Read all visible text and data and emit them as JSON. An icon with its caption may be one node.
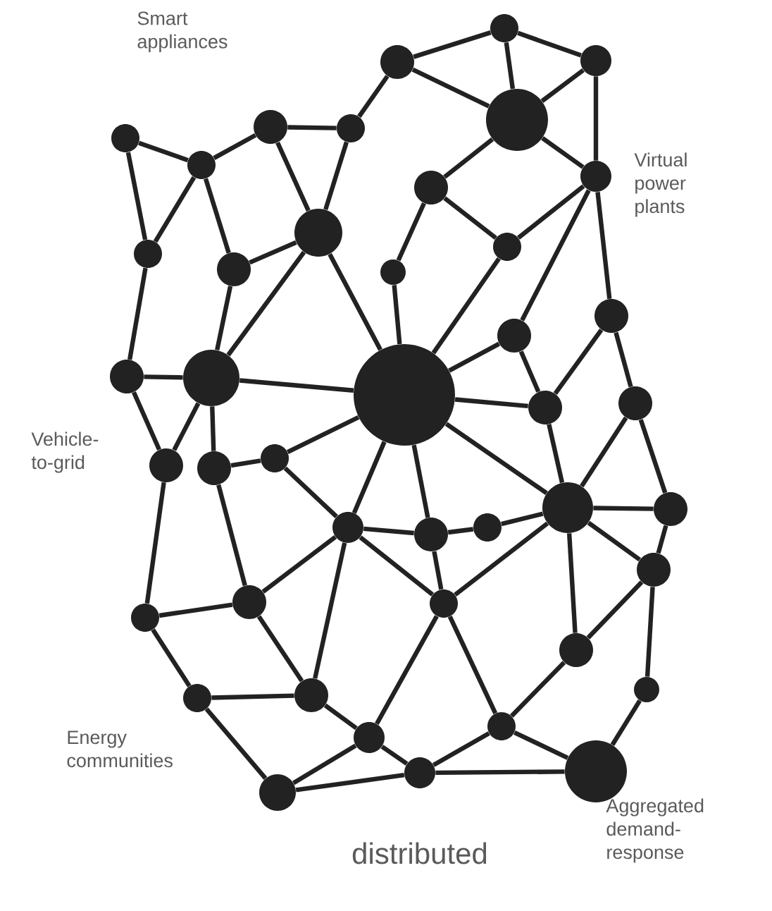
{
  "diagram": {
    "caption": "distributed",
    "nodes": [
      {
        "text": [],
        "shape": "circle"
      },
      {
        "text": [],
        "shape": "circle"
      },
      {
        "text": [],
        "shape": "circle"
      },
      {
        "text": [],
        "shape": "circle"
      },
      {
        "text": [],
        "shape": "circle"
      },
      {
        "text": [],
        "shape": "circle"
      },
      {
        "text": [],
        "shape": "circle"
      },
      {
        "text": [],
        "shape": "circle"
      },
      {
        "text": [],
        "shape": "circle"
      },
      {
        "text": [],
        "shape": "circle"
      },
      {
        "text": [],
        "shape": "circle"
      },
      {
        "text": [],
        "shape": "circle"
      },
      {
        "text": [],
        "shape": "circle"
      },
      {
        "text": [],
        "shape": "circle"
      },
      {
        "text": [],
        "shape": "circle"
      },
      {
        "text": [],
        "shape": "circle"
      },
      {
        "text": [],
        "shape": "circle"
      },
      {
        "text": [],
        "shape": "circle"
      },
      {
        "text": [],
        "shape": "circle"
      },
      {
        "text": [],
        "shape": "circle"
      },
      {
        "text": [],
        "shape": "circle"
      },
      {
        "text": [],
        "shape": "circle"
      },
      {
        "text": [],
        "shape": "circle"
      },
      {
        "text": [],
        "shape": "circle"
      },
      {
        "text": [],
        "shape": "circle"
      },
      {
        "text": [],
        "shape": "circle"
      },
      {
        "text": [],
        "shape": "circle"
      },
      {
        "text": [],
        "shape": "circle"
      },
      {
        "text": [],
        "shape": "circle"
      },
      {
        "text": [],
        "shape": "circle"
      },
      {
        "text": [],
        "shape": "circle"
      },
      {
        "text": [],
        "shape": "circle"
      },
      {
        "text": [],
        "shape": "circle"
      },
      {
        "text": [],
        "shape": "circle"
      },
      {
        "text": [],
        "shape": "circle"
      },
      {
        "text": [],
        "shape": "circle"
      },
      {
        "text": [],
        "shape": "circle"
      },
      {
        "text": [],
        "shape": "circle"
      },
      {
        "text": [],
        "shape": "circle"
      },
      {
        "text": [],
        "shape": "circle"
      },
      {
        "text": [],
        "shape": "circle"
      },
      {
        "text": [],
        "shape": "circle"
      },
      {
        "text": [],
        "shape": "circle"
      }
    ],
    "edges": [
      {
        "from": 0,
        "to": 1,
        "arrow": "none"
      },
      {
        "from": 0,
        "to": 2,
        "arrow": "none"
      },
      {
        "from": 0,
        "to": 3,
        "arrow": "none"
      },
      {
        "from": 1,
        "to": 3,
        "arrow": "none"
      },
      {
        "from": 2,
        "to": 3,
        "arrow": "none"
      },
      {
        "from": 1,
        "to": 5,
        "arrow": "none"
      },
      {
        "from": 3,
        "to": 9,
        "arrow": "none"
      },
      {
        "from": 3,
        "to": 8,
        "arrow": "none"
      },
      {
        "from": 2,
        "to": 8,
        "arrow": "none"
      },
      {
        "from": 4,
        "to": 5,
        "arrow": "none"
      },
      {
        "from": 6,
        "to": 7,
        "arrow": "none"
      },
      {
        "from": 6,
        "to": 12,
        "arrow": "none"
      },
      {
        "from": 7,
        "to": 4,
        "arrow": "none"
      },
      {
        "from": 7,
        "to": 12,
        "arrow": "none"
      },
      {
        "from": 7,
        "to": 13,
        "arrow": "none"
      },
      {
        "from": 4,
        "to": 10,
        "arrow": "none"
      },
      {
        "from": 5,
        "to": 10,
        "arrow": "none"
      },
      {
        "from": 13,
        "to": 10,
        "arrow": "none"
      },
      {
        "from": 9,
        "to": 14,
        "arrow": "none"
      },
      {
        "from": 9,
        "to": 11,
        "arrow": "none"
      },
      {
        "from": 11,
        "to": 8,
        "arrow": "none"
      },
      {
        "from": 8,
        "to": 16,
        "arrow": "none"
      },
      {
        "from": 8,
        "to": 15,
        "arrow": "none"
      },
      {
        "from": 11,
        "to": 19,
        "arrow": "none"
      },
      {
        "from": 14,
        "to": 19,
        "arrow": "none"
      },
      {
        "from": 10,
        "to": 19,
        "arrow": "none"
      },
      {
        "from": 10,
        "to": 18,
        "arrow": "none"
      },
      {
        "from": 13,
        "to": 18,
        "arrow": "none"
      },
      {
        "from": 12,
        "to": 17,
        "arrow": "none"
      },
      {
        "from": 17,
        "to": 18,
        "arrow": "none"
      },
      {
        "from": 17,
        "to": 23,
        "arrow": "none"
      },
      {
        "from": 18,
        "to": 23,
        "arrow": "none"
      },
      {
        "from": 18,
        "to": 24,
        "arrow": "none"
      },
      {
        "from": 18,
        "to": 19,
        "arrow": "none"
      },
      {
        "from": 19,
        "to": 22,
        "arrow": "none"
      },
      {
        "from": 22,
        "to": 24,
        "arrow": "none"
      },
      {
        "from": 22,
        "to": 28,
        "arrow": "none"
      },
      {
        "from": 19,
        "to": 28,
        "arrow": "none"
      },
      {
        "from": 19,
        "to": 29,
        "arrow": "none"
      },
      {
        "from": 28,
        "to": 29,
        "arrow": "none"
      },
      {
        "from": 19,
        "to": 16,
        "arrow": "none"
      },
      {
        "from": 19,
        "to": 21,
        "arrow": "none"
      },
      {
        "from": 19,
        "to": 25,
        "arrow": "none"
      },
      {
        "from": 16,
        "to": 21,
        "arrow": "none"
      },
      {
        "from": 21,
        "to": 15,
        "arrow": "none"
      },
      {
        "from": 15,
        "to": 20,
        "arrow": "none"
      },
      {
        "from": 21,
        "to": 25,
        "arrow": "none"
      },
      {
        "from": 20,
        "to": 25,
        "arrow": "none"
      },
      {
        "from": 20,
        "to": 26,
        "arrow": "none"
      },
      {
        "from": 25,
        "to": 26,
        "arrow": "none"
      },
      {
        "from": 25,
        "to": 30,
        "arrow": "none"
      },
      {
        "from": 26,
        "to": 30,
        "arrow": "none"
      },
      {
        "from": 29,
        "to": 27,
        "arrow": "none"
      },
      {
        "from": 27,
        "to": 25,
        "arrow": "none"
      },
      {
        "from": 29,
        "to": 32,
        "arrow": "none"
      },
      {
        "from": 25,
        "to": 32,
        "arrow": "none"
      },
      {
        "from": 28,
        "to": 32,
        "arrow": "none"
      },
      {
        "from": 23,
        "to": 33,
        "arrow": "none"
      },
      {
        "from": 24,
        "to": 31,
        "arrow": "none"
      },
      {
        "from": 33,
        "to": 31,
        "arrow": "none"
      },
      {
        "from": 33,
        "to": 37,
        "arrow": "none"
      },
      {
        "from": 31,
        "to": 36,
        "arrow": "none"
      },
      {
        "from": 31,
        "to": 28,
        "arrow": "none"
      },
      {
        "from": 28,
        "to": 36,
        "arrow": "none"
      },
      {
        "from": 37,
        "to": 36,
        "arrow": "none"
      },
      {
        "from": 37,
        "to": 42,
        "arrow": "none"
      },
      {
        "from": 36,
        "to": 39,
        "arrow": "none"
      },
      {
        "from": 39,
        "to": 42,
        "arrow": "none"
      },
      {
        "from": 42,
        "to": 40,
        "arrow": "none"
      },
      {
        "from": 39,
        "to": 40,
        "arrow": "none"
      },
      {
        "from": 39,
        "to": 32,
        "arrow": "none"
      },
      {
        "from": 32,
        "to": 38,
        "arrow": "none"
      },
      {
        "from": 38,
        "to": 40,
        "arrow": "none"
      },
      {
        "from": 38,
        "to": 34,
        "arrow": "none"
      },
      {
        "from": 34,
        "to": 30,
        "arrow": "none"
      },
      {
        "from": 34,
        "to": 25,
        "arrow": "none"
      },
      {
        "from": 30,
        "to": 35,
        "arrow": "none"
      },
      {
        "from": 35,
        "to": 41,
        "arrow": "none"
      },
      {
        "from": 38,
        "to": 41,
        "arrow": "none"
      },
      {
        "from": 40,
        "to": 41,
        "arrow": "none"
      }
    ],
    "labels": [
      "Smart appliances",
      "Virtual power plants",
      "Vehicle-to-grid",
      "Energy communities",
      "Aggregated demand-response"
    ]
  }
}
